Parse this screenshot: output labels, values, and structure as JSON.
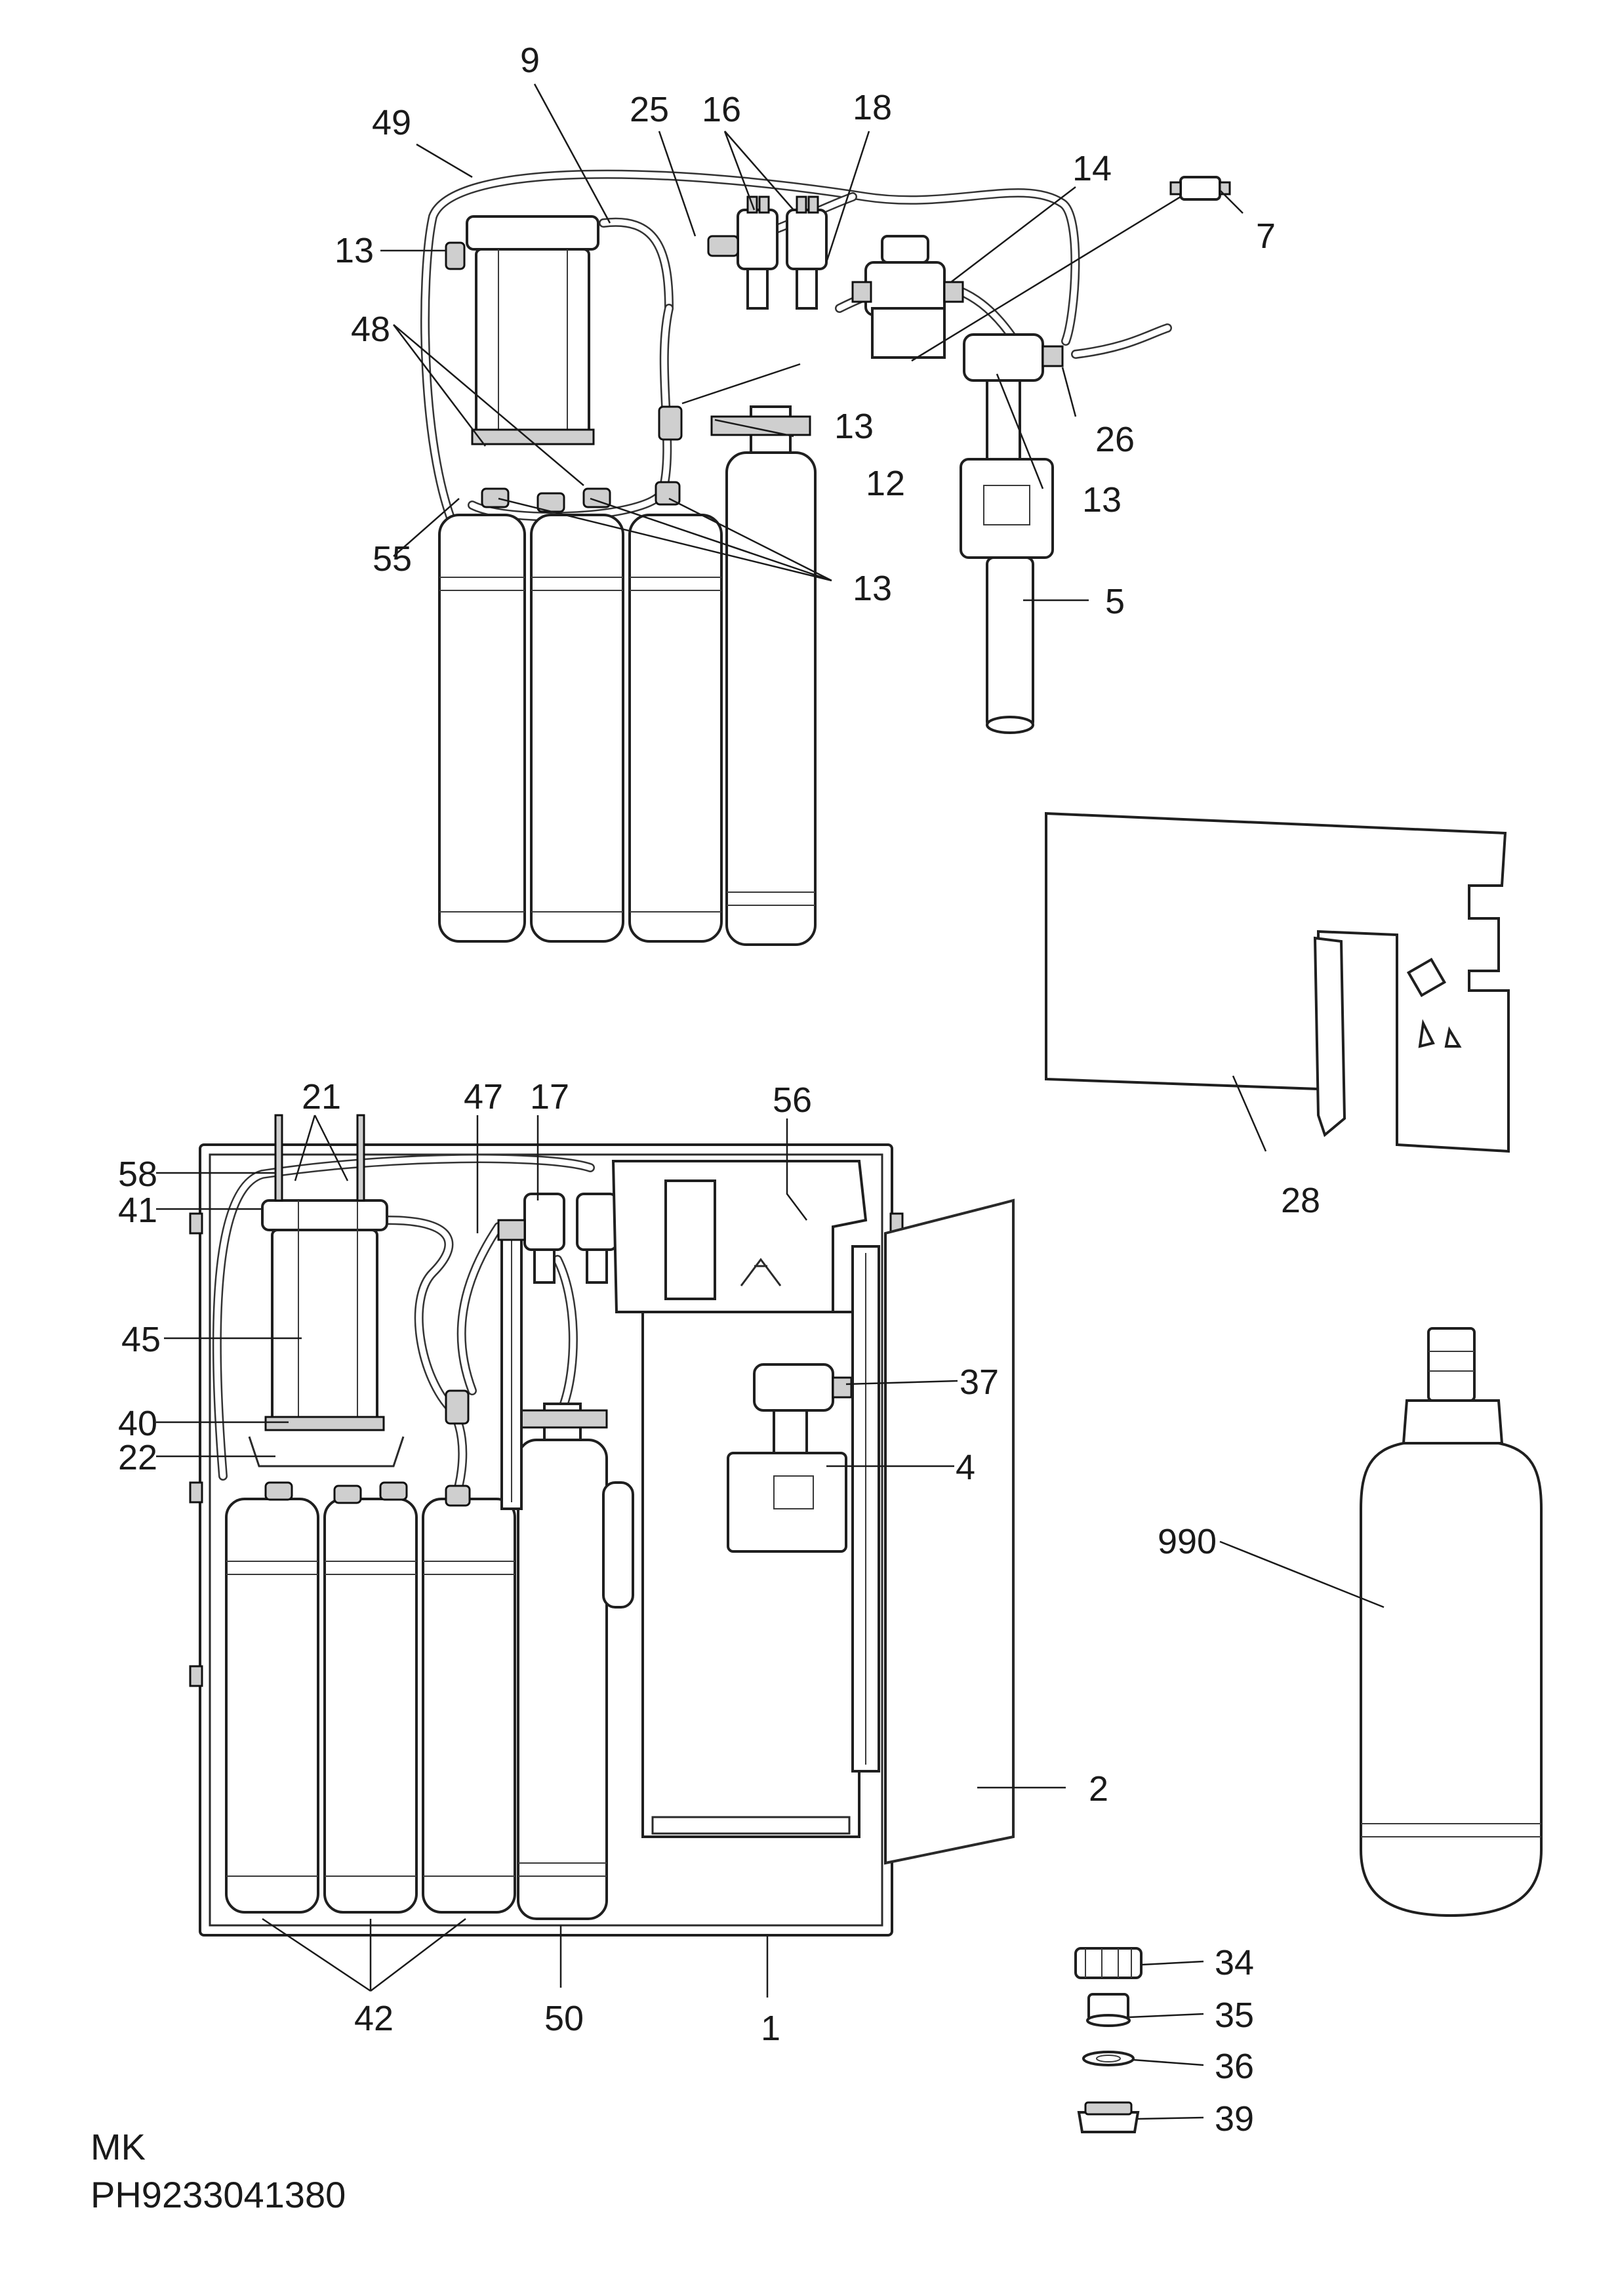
{
  "labels": {
    "p9": "9",
    "p49": "49",
    "p25": "25",
    "p16": "16",
    "p18": "18",
    "p14": "14",
    "p7": "7",
    "p13a": "13",
    "p48": "48",
    "p13b": "13",
    "p12": "12",
    "p26": "26",
    "p13c": "13",
    "p55": "55",
    "p13d": "13",
    "p5": "5",
    "p28": "28",
    "p21": "21",
    "p47": "47",
    "p17": "17",
    "p56": "56",
    "p58": "58",
    "p41": "41",
    "p45": "45",
    "p37": "37",
    "p40": "40",
    "p22": "22",
    "p4": "4",
    "p990": "990",
    "p2": "2",
    "p34": "34",
    "p35": "35",
    "p36": "36",
    "p39": "39",
    "p42": "42",
    "p50": "50",
    "p1": "1"
  },
  "footer": {
    "model": "MK",
    "code": "PH9233041380"
  }
}
